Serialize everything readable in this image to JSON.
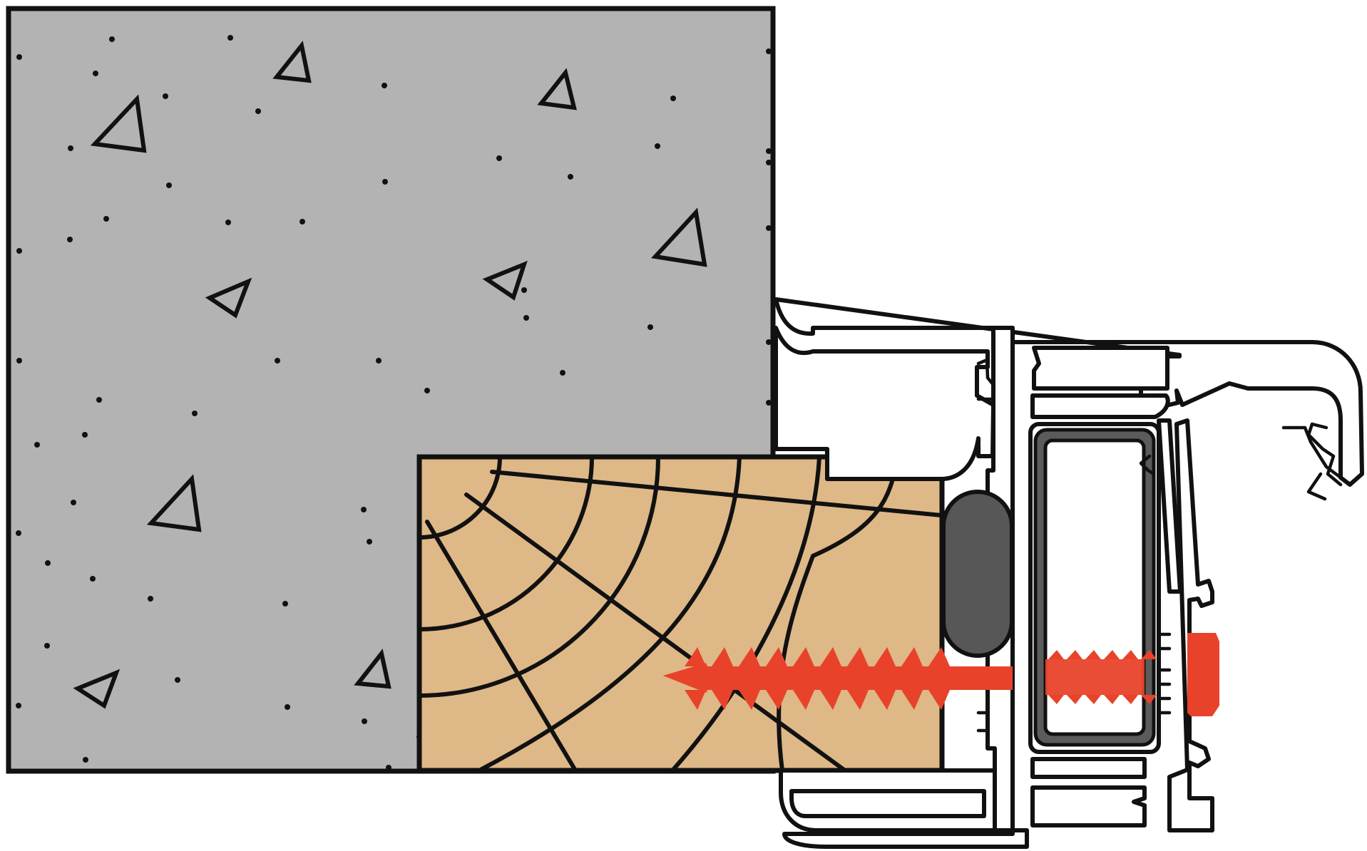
{
  "diagram": {
    "components": [
      {
        "id": "concrete-wall",
        "color": "#b3b3b3"
      },
      {
        "id": "timber-spacer",
        "color": "#deb887"
      },
      {
        "id": "sealing-cord",
        "color": "#575757"
      },
      {
        "id": "fixing-screw",
        "color": "#e8432a"
      },
      {
        "id": "steel-reinforcement",
        "color": "#5b5b5b"
      },
      {
        "id": "window-frame-profile",
        "color": "#ffffff"
      }
    ],
    "outline_color": "#111111"
  }
}
